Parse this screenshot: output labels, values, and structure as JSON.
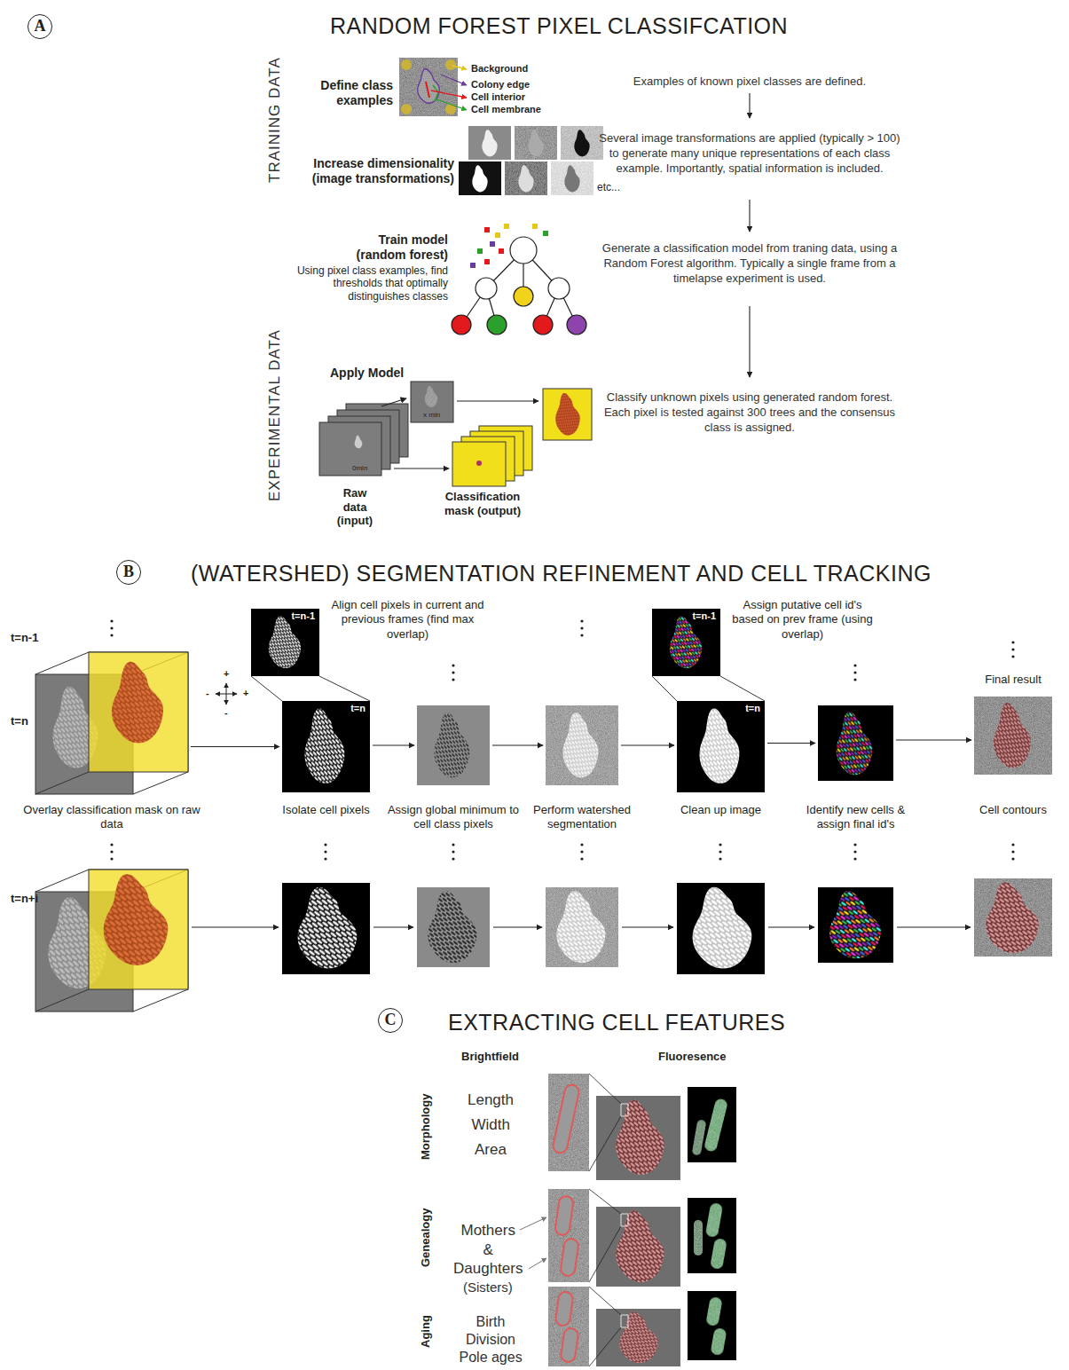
{
  "diagram": {
    "nodes": [
      {
        "text": [
          "A"
        ]
      },
      {
        "text": [
          "B"
        ]
      },
      {
        "text": [
          "Overlay classification mask on raw data"
        ]
      },
      {
        "text": [
          "t=n-1",
          "Align cell pixels in current and previous frames (find max overlap)"
        ]
      },
      {
        "text": [
          "t=n",
          "Isolate cell pixels"
        ]
      },
      {
        "text": [
          "Assign global minimum to cell class pixels"
        ]
      },
      {
        "text": [
          "Perform watershed segmentation"
        ]
      },
      {
        "text": [
          "t=n-1",
          "Assign putative cell id's based on prev frame (using overlap)"
        ]
      },
      {
        "text": [
          "t=n",
          "Clean up image"
        ]
      },
      {
        "text": [
          "Identify new cells & assign final id's"
        ]
      },
      {
        "text": [
          "Final result",
          "Cell contours"
        ]
      },
      {
        "text": [
          "C"
        ]
      }
    ],
    "edges": [
      {
        "from": 2,
        "to": 4,
        "arrow": "to"
      },
      {
        "from": 3,
        "to": 4,
        "arrow": "none"
      },
      {
        "from": 4,
        "to": 5,
        "arrow": "to"
      },
      {
        "from": 5,
        "to": 6,
        "arrow": "to"
      },
      {
        "from": 6,
        "to": 8,
        "arrow": "to"
      },
      {
        "from": 7,
        "to": 8,
        "arrow": "none"
      },
      {
        "from": 8,
        "to": 9,
        "arrow": "to"
      },
      {
        "from": 9,
        "to": 10,
        "arrow": "to"
      }
    ],
    "labels": [
      "RANDOM FOREST PIXEL CLASSIFCATION",
      "TRAINING DATA",
      "Define class examples",
      "Background",
      "Colony edge",
      "Cell interior",
      "Cell membrane",
      "Increase dimensionality (image transformations)",
      "etc...",
      "Train model (random forest)",
      "Using pixel class examples, find thresholds that optimally distinguishes classes",
      "EXPERIMENTAL DATA",
      "Apply Model",
      "0min",
      "x min",
      "Raw data (input)",
      "Classification mask (output)",
      "Examples of known pixel classes are defined.",
      "Several image transformations are applied (typically > 100) to generate many unique representations of each class example. Importantly, spatial information is included.",
      "Generate a classification model from traning data, using a Random Forest algorithm. Typically a single frame from a timelapse experiment is used.",
      "Classify unknown pixels using generated random forest. Each pixel is tested against 300 trees and the consensus class is assigned.",
      "(WATERSHED) SEGMENTATION REFINEMENT AND CELL TRACKING",
      "t=n-1",
      "t=n",
      "t=n+i",
      "+",
      "-",
      "+",
      "-",
      "EXTRACTING CELL FEATURES",
      "Brightfield",
      "Fluoresence",
      "Morphology",
      "Length",
      "Width",
      "Area",
      "Genealogy",
      "Mothers",
      "&",
      "Daughters",
      "(Sisters)",
      "Aging",
      "Birth",
      "Division",
      "Pole ages"
    ]
  }
}
